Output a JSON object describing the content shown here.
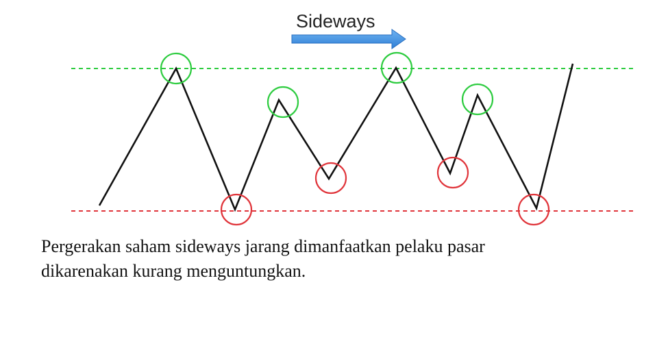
{
  "title": "Sideways",
  "colors": {
    "resistance": "#2ecc40",
    "support": "#e0343a",
    "price_line": "#111111",
    "arrow": "#3d8fe0",
    "peak_marker": "#2ecc40",
    "trough_marker": "#e0343a"
  },
  "caption": {
    "line1": "Pergerakan saham sideways jarang dimanfaatkan pelaku pasar",
    "line2": "dikarenakan kurang menguntungkan."
  }
}
